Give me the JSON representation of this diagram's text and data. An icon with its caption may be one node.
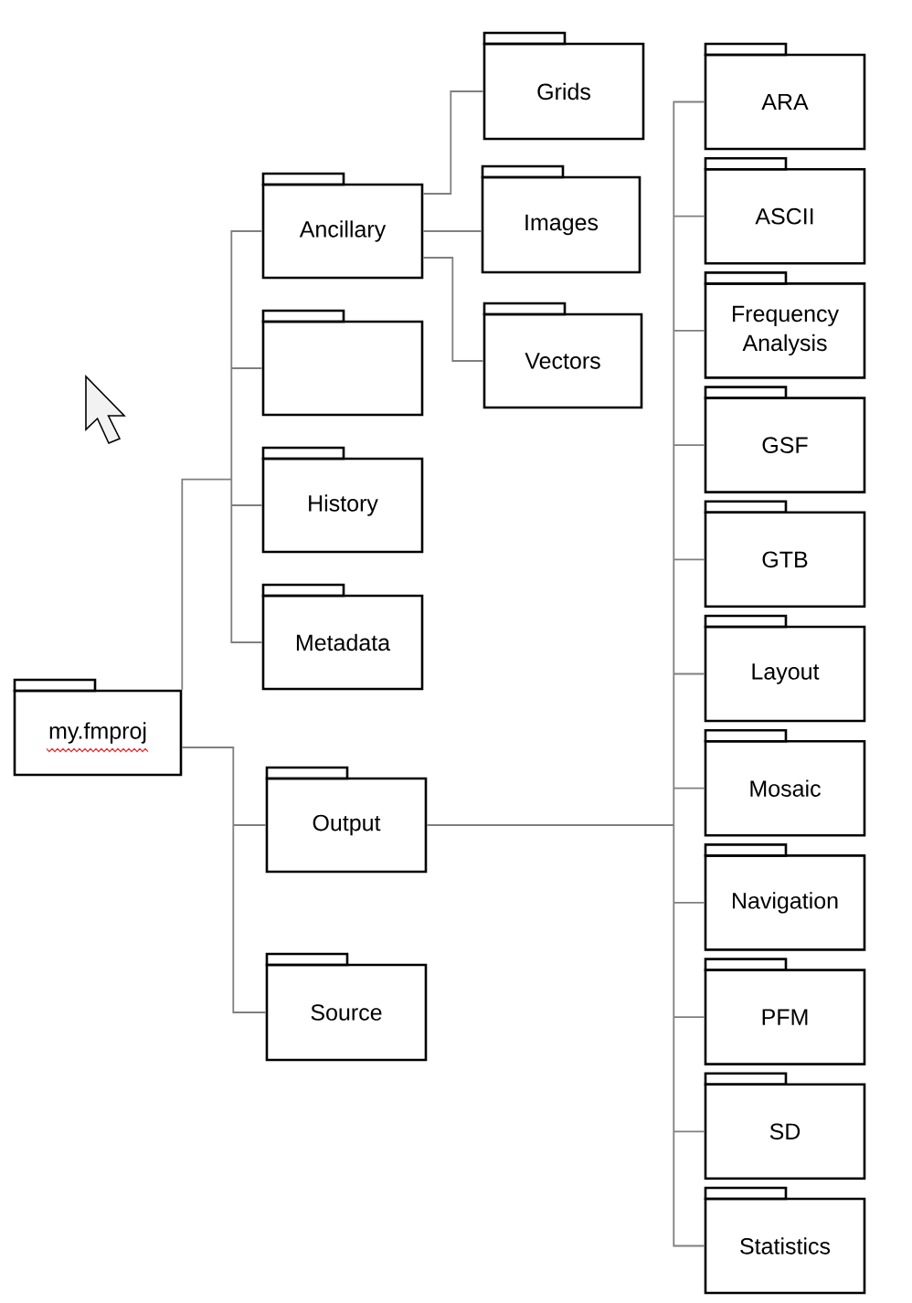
{
  "diagram": {
    "nodes": [
      {
        "text": [
          "my.fmproj"
        ]
      },
      {
        "text": [
          "Ancillary"
        ]
      },
      {
        "text": [
          "Grids"
        ]
      },
      {
        "text": [
          "Images"
        ]
      },
      {
        "text": [
          "Vectors"
        ]
      },
      {
        "text": [],
        "shape": "folder"
      },
      {
        "text": [
          "History"
        ]
      },
      {
        "text": [
          "Metadata"
        ]
      },
      {
        "text": [
          "Output"
        ]
      },
      {
        "text": [
          "ARA"
        ]
      },
      {
        "text": [
          "ASCII"
        ]
      },
      {
        "text": [
          "Frequency Analysis"
        ]
      },
      {
        "text": [
          "GSF"
        ]
      },
      {
        "text": [
          "GTB"
        ]
      },
      {
        "text": [
          "Layout"
        ]
      },
      {
        "text": [
          "Mosaic"
        ]
      },
      {
        "text": [
          "Navigation"
        ]
      },
      {
        "text": [
          "PFM"
        ]
      },
      {
        "text": [
          "SD"
        ]
      },
      {
        "text": [
          "Statistics"
        ]
      },
      {
        "text": [
          "Source"
        ]
      }
    ],
    "edges": [
      {
        "from": 0,
        "to": 1,
        "arrow": "none"
      },
      {
        "from": 0,
        "to": 5,
        "arrow": "none"
      },
      {
        "from": 0,
        "to": 6,
        "arrow": "none"
      },
      {
        "from": 0,
        "to": 7,
        "arrow": "none"
      },
      {
        "from": 0,
        "to": 8,
        "arrow": "none"
      },
      {
        "from": 0,
        "to": 20,
        "arrow": "none"
      },
      {
        "from": 1,
        "to": 2,
        "arrow": "none"
      },
      {
        "from": 1,
        "to": 3,
        "arrow": "none"
      },
      {
        "from": 1,
        "to": 4,
        "arrow": "none"
      },
      {
        "from": 8,
        "to": 9,
        "arrow": "none"
      },
      {
        "from": 8,
        "to": 10,
        "arrow": "none"
      },
      {
        "from": 8,
        "to": 11,
        "arrow": "none"
      },
      {
        "from": 8,
        "to": 12,
        "arrow": "none"
      },
      {
        "from": 8,
        "to": 13,
        "arrow": "none"
      },
      {
        "from": 8,
        "to": 14,
        "arrow": "none"
      },
      {
        "from": 8,
        "to": 15,
        "arrow": "none"
      },
      {
        "from": 8,
        "to": 16,
        "arrow": "none"
      },
      {
        "from": 8,
        "to": 17,
        "arrow": "none"
      },
      {
        "from": 8,
        "to": 18,
        "arrow": "none"
      },
      {
        "from": 8,
        "to": 19,
        "arrow": "none"
      }
    ]
  }
}
